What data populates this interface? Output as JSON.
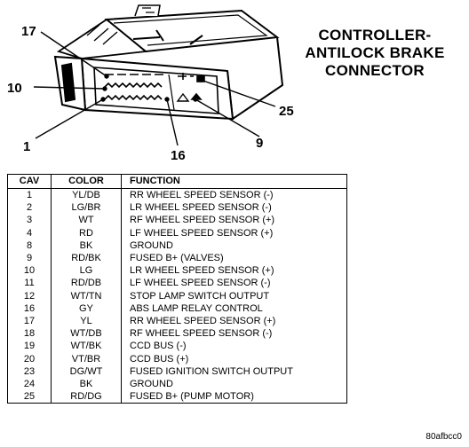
{
  "title": [
    "CONTROLLER-",
    "ANTILOCK BRAKE",
    "CONNECTOR"
  ],
  "callouts": {
    "pin_17": "17",
    "pin_10": "10",
    "pin_1": "1",
    "pin_16": "16",
    "pin_25": "25",
    "pin_9": "9"
  },
  "table": {
    "headers": {
      "cav": "CAV",
      "color": "COLOR",
      "function": "FUNCTION"
    },
    "rows": [
      {
        "cav": "1",
        "color": "YL/DB",
        "function": "RR WHEEL SPEED SENSOR (-)"
      },
      {
        "cav": "2",
        "color": "LG/BR",
        "function": "LR WHEEL SPEED SENSOR (-)"
      },
      {
        "cav": "3",
        "color": "WT",
        "function": "RF WHEEL SPEED SENSOR (+)"
      },
      {
        "cav": "4",
        "color": "RD",
        "function": "LF WHEEL SPEED SENSOR (+)"
      },
      {
        "cav": "8",
        "color": "BK",
        "function": "GROUND"
      },
      {
        "cav": "9",
        "color": "RD/BK",
        "function": "FUSED B+ (VALVES)"
      },
      {
        "cav": "10",
        "color": "LG",
        "function": "LR WHEEL SPEED SENSOR (+)"
      },
      {
        "cav": "11",
        "color": "RD/DB",
        "function": "LF WHEEL SPEED SENSOR (-)"
      },
      {
        "cav": "12",
        "color": "WT/TN",
        "function": "STOP LAMP SWITCH OUTPUT"
      },
      {
        "cav": "16",
        "color": "GY",
        "function": "ABS LAMP RELAY CONTROL"
      },
      {
        "cav": "17",
        "color": "YL",
        "function": "RR WHEEL SPEED SENSOR (+)"
      },
      {
        "cav": "18",
        "color": "WT/DB",
        "function": "RF WHEEL SPEED SENSOR (-)"
      },
      {
        "cav": "19",
        "color": "WT/BK",
        "function": "CCD BUS (-)"
      },
      {
        "cav": "20",
        "color": "VT/BR",
        "function": "CCD BUS (+)"
      },
      {
        "cav": "23",
        "color": "DG/WT",
        "function": "FUSED IGNITION SWITCH OUTPUT"
      },
      {
        "cav": "24",
        "color": "BK",
        "function": "GROUND"
      },
      {
        "cav": "25",
        "color": "RD/DG",
        "function": "FUSED B+ (PUMP MOTOR)"
      }
    ]
  },
  "figure_code": "80afbcc0"
}
